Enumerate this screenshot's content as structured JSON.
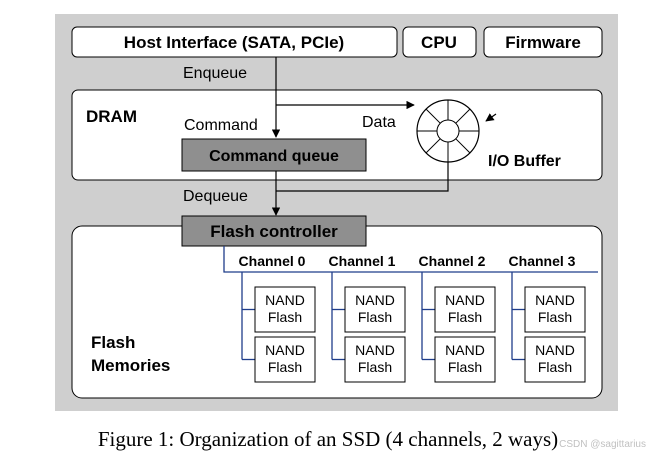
{
  "header": {
    "host_interface": "Host Interface (SATA, PCIe)",
    "cpu": "CPU",
    "firmware": "Firmware"
  },
  "labels": {
    "enqueue": "Enqueue",
    "dram": "DRAM",
    "command": "Command",
    "data": "Data",
    "command_queue": "Command queue",
    "io_buffer": "I/O Buffer",
    "dequeue": "Dequeue",
    "flash_controller": "Flash controller",
    "flash_memories_line1": "Flash",
    "flash_memories_line2": "Memories"
  },
  "channels": [
    {
      "label": "Channel 0",
      "chips": [
        [
          "NAND",
          "Flash"
        ],
        [
          "NAND",
          "Flash"
        ]
      ]
    },
    {
      "label": "Channel 1",
      "chips": [
        [
          "NAND",
          "Flash"
        ],
        [
          "NAND",
          "Flash"
        ]
      ]
    },
    {
      "label": "Channel 2",
      "chips": [
        [
          "NAND",
          "Flash"
        ],
        [
          "NAND",
          "Flash"
        ]
      ]
    },
    {
      "label": "Channel 3",
      "chips": [
        [
          "NAND",
          "Flash"
        ],
        [
          "NAND",
          "Flash"
        ]
      ]
    }
  ],
  "caption": "Figure 1: Organization of an SSD (4 channels, 2 ways)",
  "watermark": "CSDN @sagittarius",
  "colors": {
    "background": "#cfcfcf",
    "panel": "#ffffff",
    "command_block": "#8f8f8f",
    "stroke": "#000000",
    "channel_line": "#1f3d8a"
  }
}
